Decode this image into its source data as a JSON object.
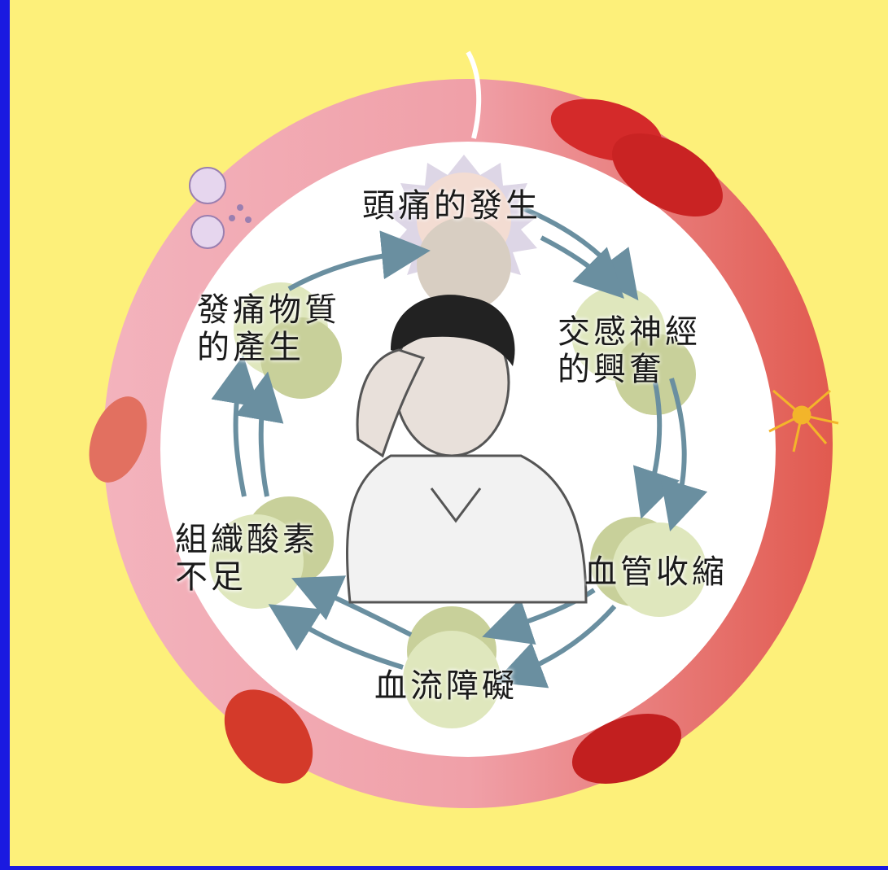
{
  "diagram": {
    "nodes": [
      {
        "id": "headache",
        "text": "頭痛的發生"
      },
      {
        "id": "sympathetic",
        "text": "交感神經\n的興奮"
      },
      {
        "id": "vasoconstriction",
        "text": "血管收縮"
      },
      {
        "id": "blood-flow",
        "text": "血流障礙"
      },
      {
        "id": "hypoxia",
        "text": "組織酸素\n不足"
      },
      {
        "id": "pain-substance",
        "text": "發痛物質\n的產生"
      }
    ]
  },
  "colors": {
    "frame": "#1a1ae0",
    "background": "#fdf07a",
    "vessel_left": "#f2a6b2",
    "vessel_right": "#e2574e",
    "inner_disc": "#ffffff",
    "node_fill": "#dfe7bd",
    "arrow": "#6a8fa0",
    "cell_red": "#d42a2a"
  }
}
